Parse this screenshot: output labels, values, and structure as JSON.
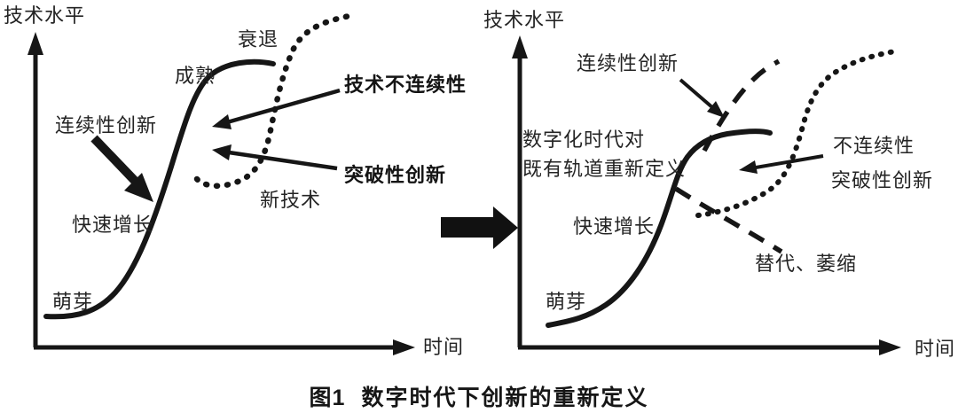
{
  "colors": {
    "ink": "#1a1a1a",
    "text": "#242424",
    "background": "#ffffff"
  },
  "caption": {
    "figure_no": "图1",
    "title": "数字时代下创新的重新定义"
  },
  "left": {
    "y_axis_label": "技术水平",
    "x_axis_label": "时间",
    "stage_sprout": "萌芽",
    "stage_rapid_growth": "快速增长",
    "stage_maturity": "成熟",
    "stage_decline": "衰退",
    "continuous_innovation": "连续性创新",
    "tech_discontinuity": "技术不连续性",
    "breakthrough_innovation": "突破性创新",
    "new_technology": "新技术"
  },
  "right": {
    "y_axis_label": "技术水平",
    "x_axis_label": "时间",
    "stage_sprout": "萌芽",
    "stage_rapid_growth": "快速增长",
    "continuous_innovation": "连续性创新",
    "redefine_line1": "数字化时代对",
    "redefine_line2": "既有轨道重新定义",
    "discontinuity": "不连续性",
    "breakthrough_innovation": "突破性创新",
    "substitution_shrink": "替代、萎缩"
  }
}
